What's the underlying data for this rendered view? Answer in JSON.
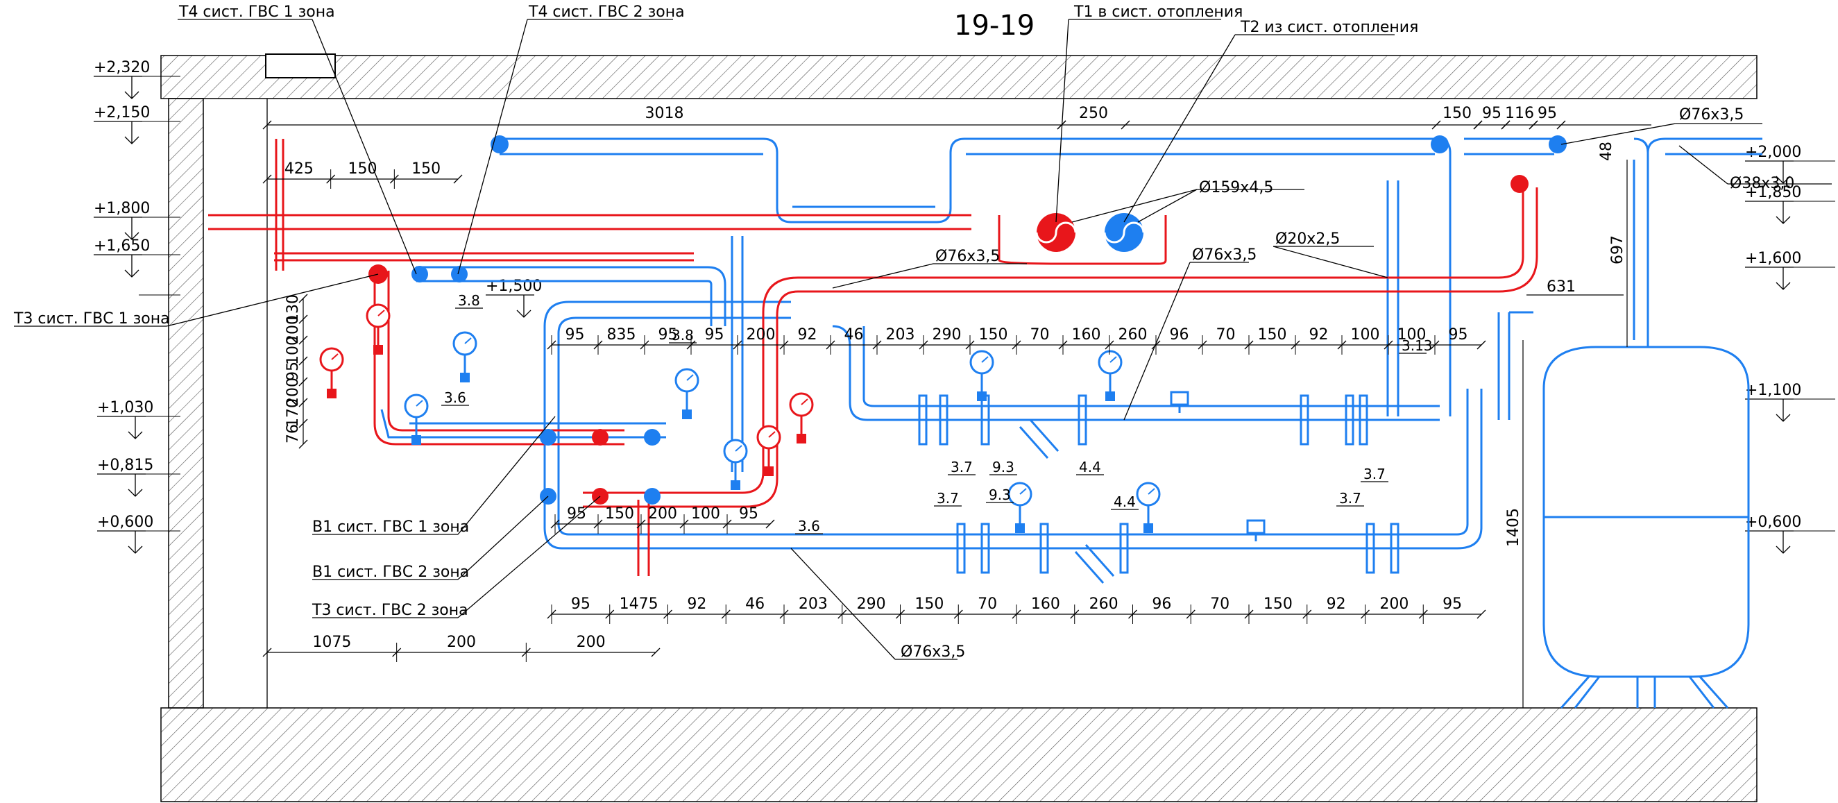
{
  "section_title": "19-19",
  "colors": {
    "hot": "#e8161b",
    "cold": "#1e7ff0",
    "line": "#000000"
  },
  "elevations": [
    "+2,320",
    "+2,150",
    "+1,800",
    "+1,650",
    "+1,500",
    "+1,030",
    "+0,815",
    "+0,600",
    "+2,000",
    "+1,850",
    "+1,600",
    "+1,100",
    "+0,600"
  ],
  "pipe_labels": {
    "t4_zone1": "Т4 сист. ГВС 1 зона",
    "t4_zone2": "Т4 сист. ГВС 2 зона",
    "t1_heating": "Т1 в сист. отопления",
    "t2_heating": "Т2 из сист. отопления",
    "t3_zone1": "Т3 сист. ГВС 1 зона",
    "b1_zone1": "В1 сист. ГВС 1 зона",
    "b1_zone2": "В1 сист. ГВС 2 зона",
    "t3_zone2": "Т3 сист. ГВС 2 зона"
  },
  "diameters": {
    "d76_top_right": "Ø76х3,5",
    "d38": "Ø38х3,0",
    "d159": "Ø159х4,5",
    "d20": "Ø20х2,5",
    "d76_mid_left": "Ø76х3,5",
    "d76_mid_right": "Ø76х3,5",
    "d76_bottom": "Ø76х3,5"
  },
  "positions": [
    "3.8",
    "3.8",
    "3.6",
    "3.6",
    "3.7",
    "9.3",
    "4.4",
    "3.13",
    "3.7",
    "3.7",
    "9.3",
    "4.4",
    "3.7"
  ],
  "dimensions": {
    "top": [
      "3018",
      "250",
      "150",
      "95",
      "116",
      "95",
      "48"
    ],
    "upper_left": [
      "425",
      "150",
      "150"
    ],
    "vertical_left": [
      "130",
      "200",
      "100",
      "95",
      "200",
      "170",
      "76"
    ],
    "upper_run": [
      "95",
      "835",
      "95",
      "95",
      "200",
      "92",
      "46",
      "203",
      "290",
      "150",
      "70",
      "160",
      "260",
      "96",
      "70",
      "150",
      "92",
      "100",
      "100",
      "95"
    ],
    "right": [
      "631",
      "697",
      "1405"
    ],
    "lower_left": [
      "95",
      "150",
      "200",
      "100",
      "95"
    ],
    "lower_run": [
      "95",
      "1475",
      "92",
      "46",
      "203",
      "290",
      "150",
      "70",
      "160",
      "260",
      "96",
      "70",
      "150",
      "92",
      "200",
      "95"
    ],
    "bottom": [
      "1075",
      "200",
      "200"
    ]
  }
}
